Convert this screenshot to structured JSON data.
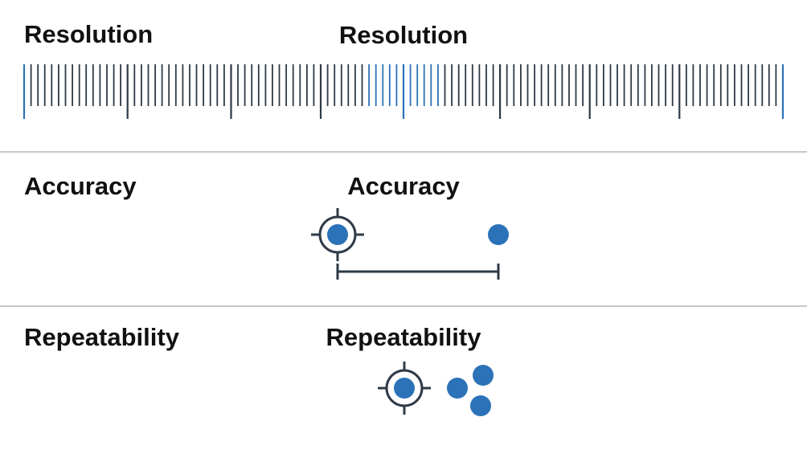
{
  "sections": [
    {
      "left_label": "Resolution",
      "center_label": "Resolution"
    },
    {
      "left_label": "Accuracy",
      "center_label": "Accuracy"
    },
    {
      "left_label": "Repeatability",
      "center_label": "Repeatability"
    }
  ],
  "colors": {
    "text": "#111111",
    "dark": "#2e3a47",
    "accent": "#2c72b8",
    "divider": "#c6c9cc"
  },
  "icons": {
    "target": "crosshair-target-icon",
    "point": "measurement-point-icon"
  }
}
